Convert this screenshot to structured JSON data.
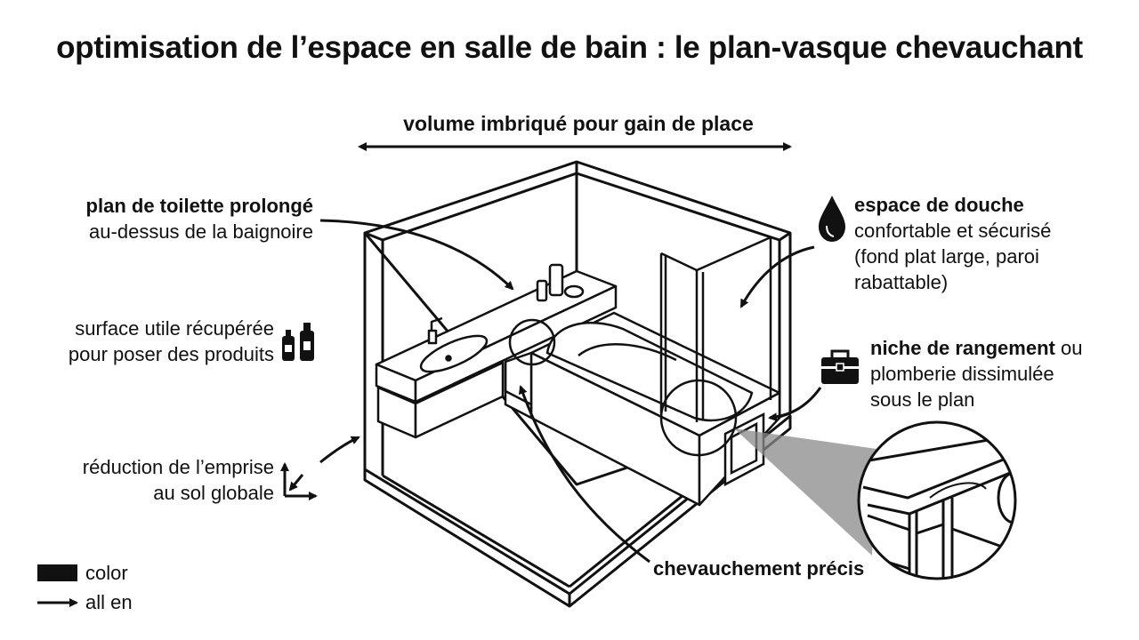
{
  "title": "optimisation de l’espace en salle de bain : le plan-vasque chevauchant",
  "dimension": {
    "label": "volume imbriqué pour gain de place"
  },
  "annotations": {
    "countertop": {
      "bold": "plan de toilette prolongé",
      "text": "au-dessus de la baignoire"
    },
    "surface": {
      "line1": "surface utile récupérée",
      "line2": "pour poser des produits",
      "icon": "bottles-icon"
    },
    "footprint": {
      "line1": "réduction de l’emprise",
      "line2": "au sol globale",
      "icon": "corner-arrow-icon"
    },
    "shower": {
      "bold": "espace de douche",
      "line1": "confortable et sécurisé",
      "line2": "(fond plat large, paroi",
      "line3": "rabattable)",
      "icon": "water-drop-icon"
    },
    "niche": {
      "bold": "niche de rangement",
      "suffix": " ou",
      "line1": "plomberie dissimulée",
      "line2": "sous le plan",
      "icon": "toolbox-icon"
    },
    "overlap": {
      "bold": "chevauchement précis"
    }
  },
  "legend": [
    {
      "swatch": "filled-rectangle",
      "label": "color"
    },
    {
      "swatch": "arrow",
      "label": "all en"
    }
  ],
  "colors": {
    "ink": "#111111",
    "background": "#ffffff",
    "highlight_cone": "#8a8a8a"
  }
}
